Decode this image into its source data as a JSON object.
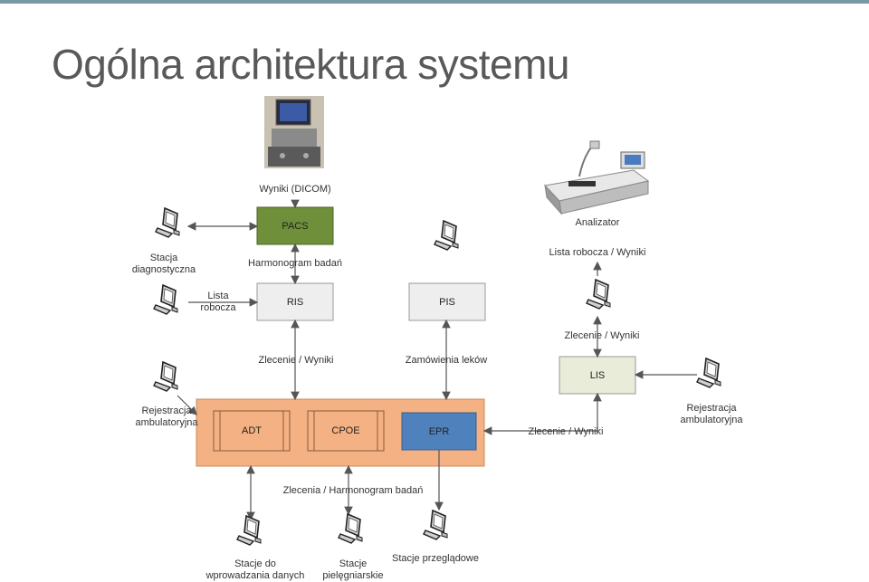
{
  "slide": {
    "title": "Ogólna architektura systemu"
  },
  "boxes": {
    "pacs": "PACS",
    "ris": "RIS",
    "pis": "PIS",
    "lis": "LIS",
    "adt": "ADT",
    "cpoe": "CPOE",
    "epr": "EPR"
  },
  "labels": {
    "wyniki_dicom": "Wyniki (DICOM)",
    "harmonogram_badan": "Harmonogram badań",
    "stacja_diag": "Stacja\ndiagnostyczna",
    "lista_robocza": "Lista\nrobocza",
    "analizator": "Analizator",
    "lista_robocza_wyniki": "Lista robocza / Wyniki",
    "zlecenie_wyniki_lis": "Zlecenie / Wyniki",
    "zlecenie_wyniki_ris": "Zlecenie / Wyniki",
    "zamowienia_lekow": "Zamówienia leków",
    "rejestracja_left": "Rejestracja\nambulatoryjna",
    "rejestracja_right": "Rejestracja\nambulatoryjna",
    "zlecenie_wyniki_epr": "Zlecenie / Wyniki",
    "zlecenia_harmonogram": "Zlecenia / Harmonogram badań",
    "stacje_wprow": "Stacje do\nwprowadzania danych",
    "stacje_piel": "Stacje\npielęgniarskie",
    "stacje_przegl": "Stacje przeglądowe"
  },
  "colors": {
    "pacs_fill": "#6f8f3a",
    "box_fill": "#eeeeee",
    "lis_fill": "#e8ecd8",
    "his_fill": "#f4b183",
    "epr_fill": "#4f81bd",
    "arrow": "#555555"
  }
}
